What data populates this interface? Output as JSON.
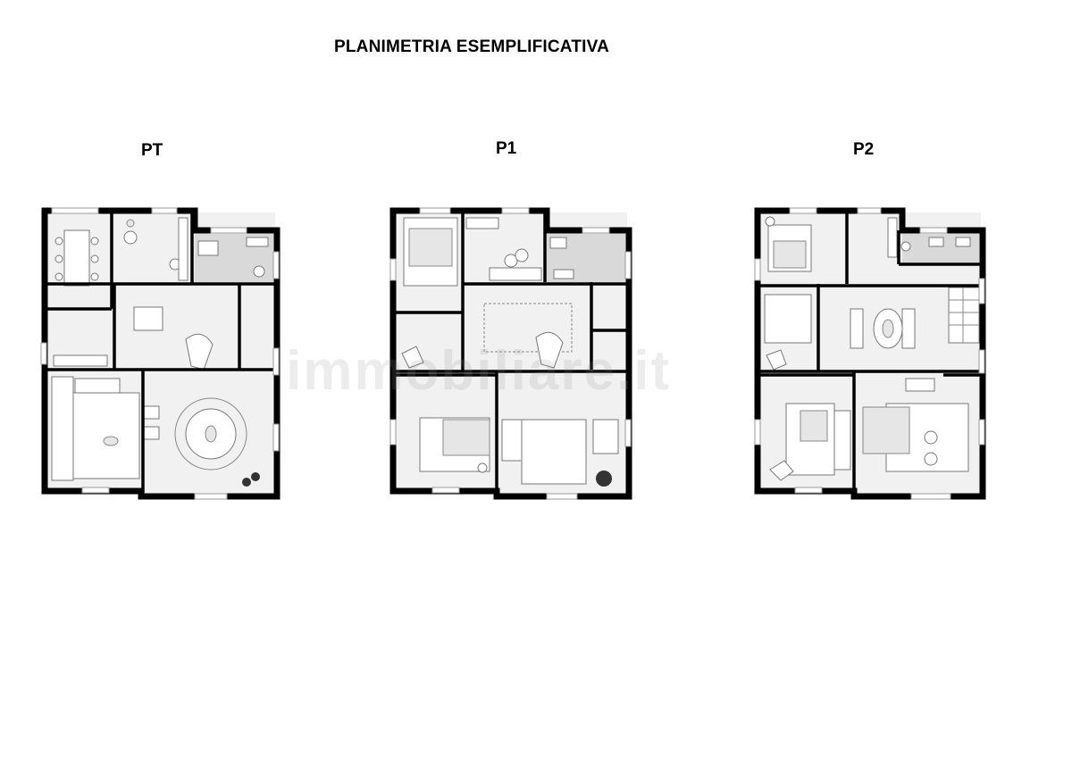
{
  "title": "PLANIMETRIA ESEMPLIFICATIVA",
  "floors": [
    {
      "label": "PT"
    },
    {
      "label": "P1"
    },
    {
      "label": "P2"
    }
  ],
  "watermark": "immobiliare.it",
  "colors": {
    "wall": "#000000",
    "floor": "#f1f1f1",
    "tile": "#d9d9d9"
  }
}
